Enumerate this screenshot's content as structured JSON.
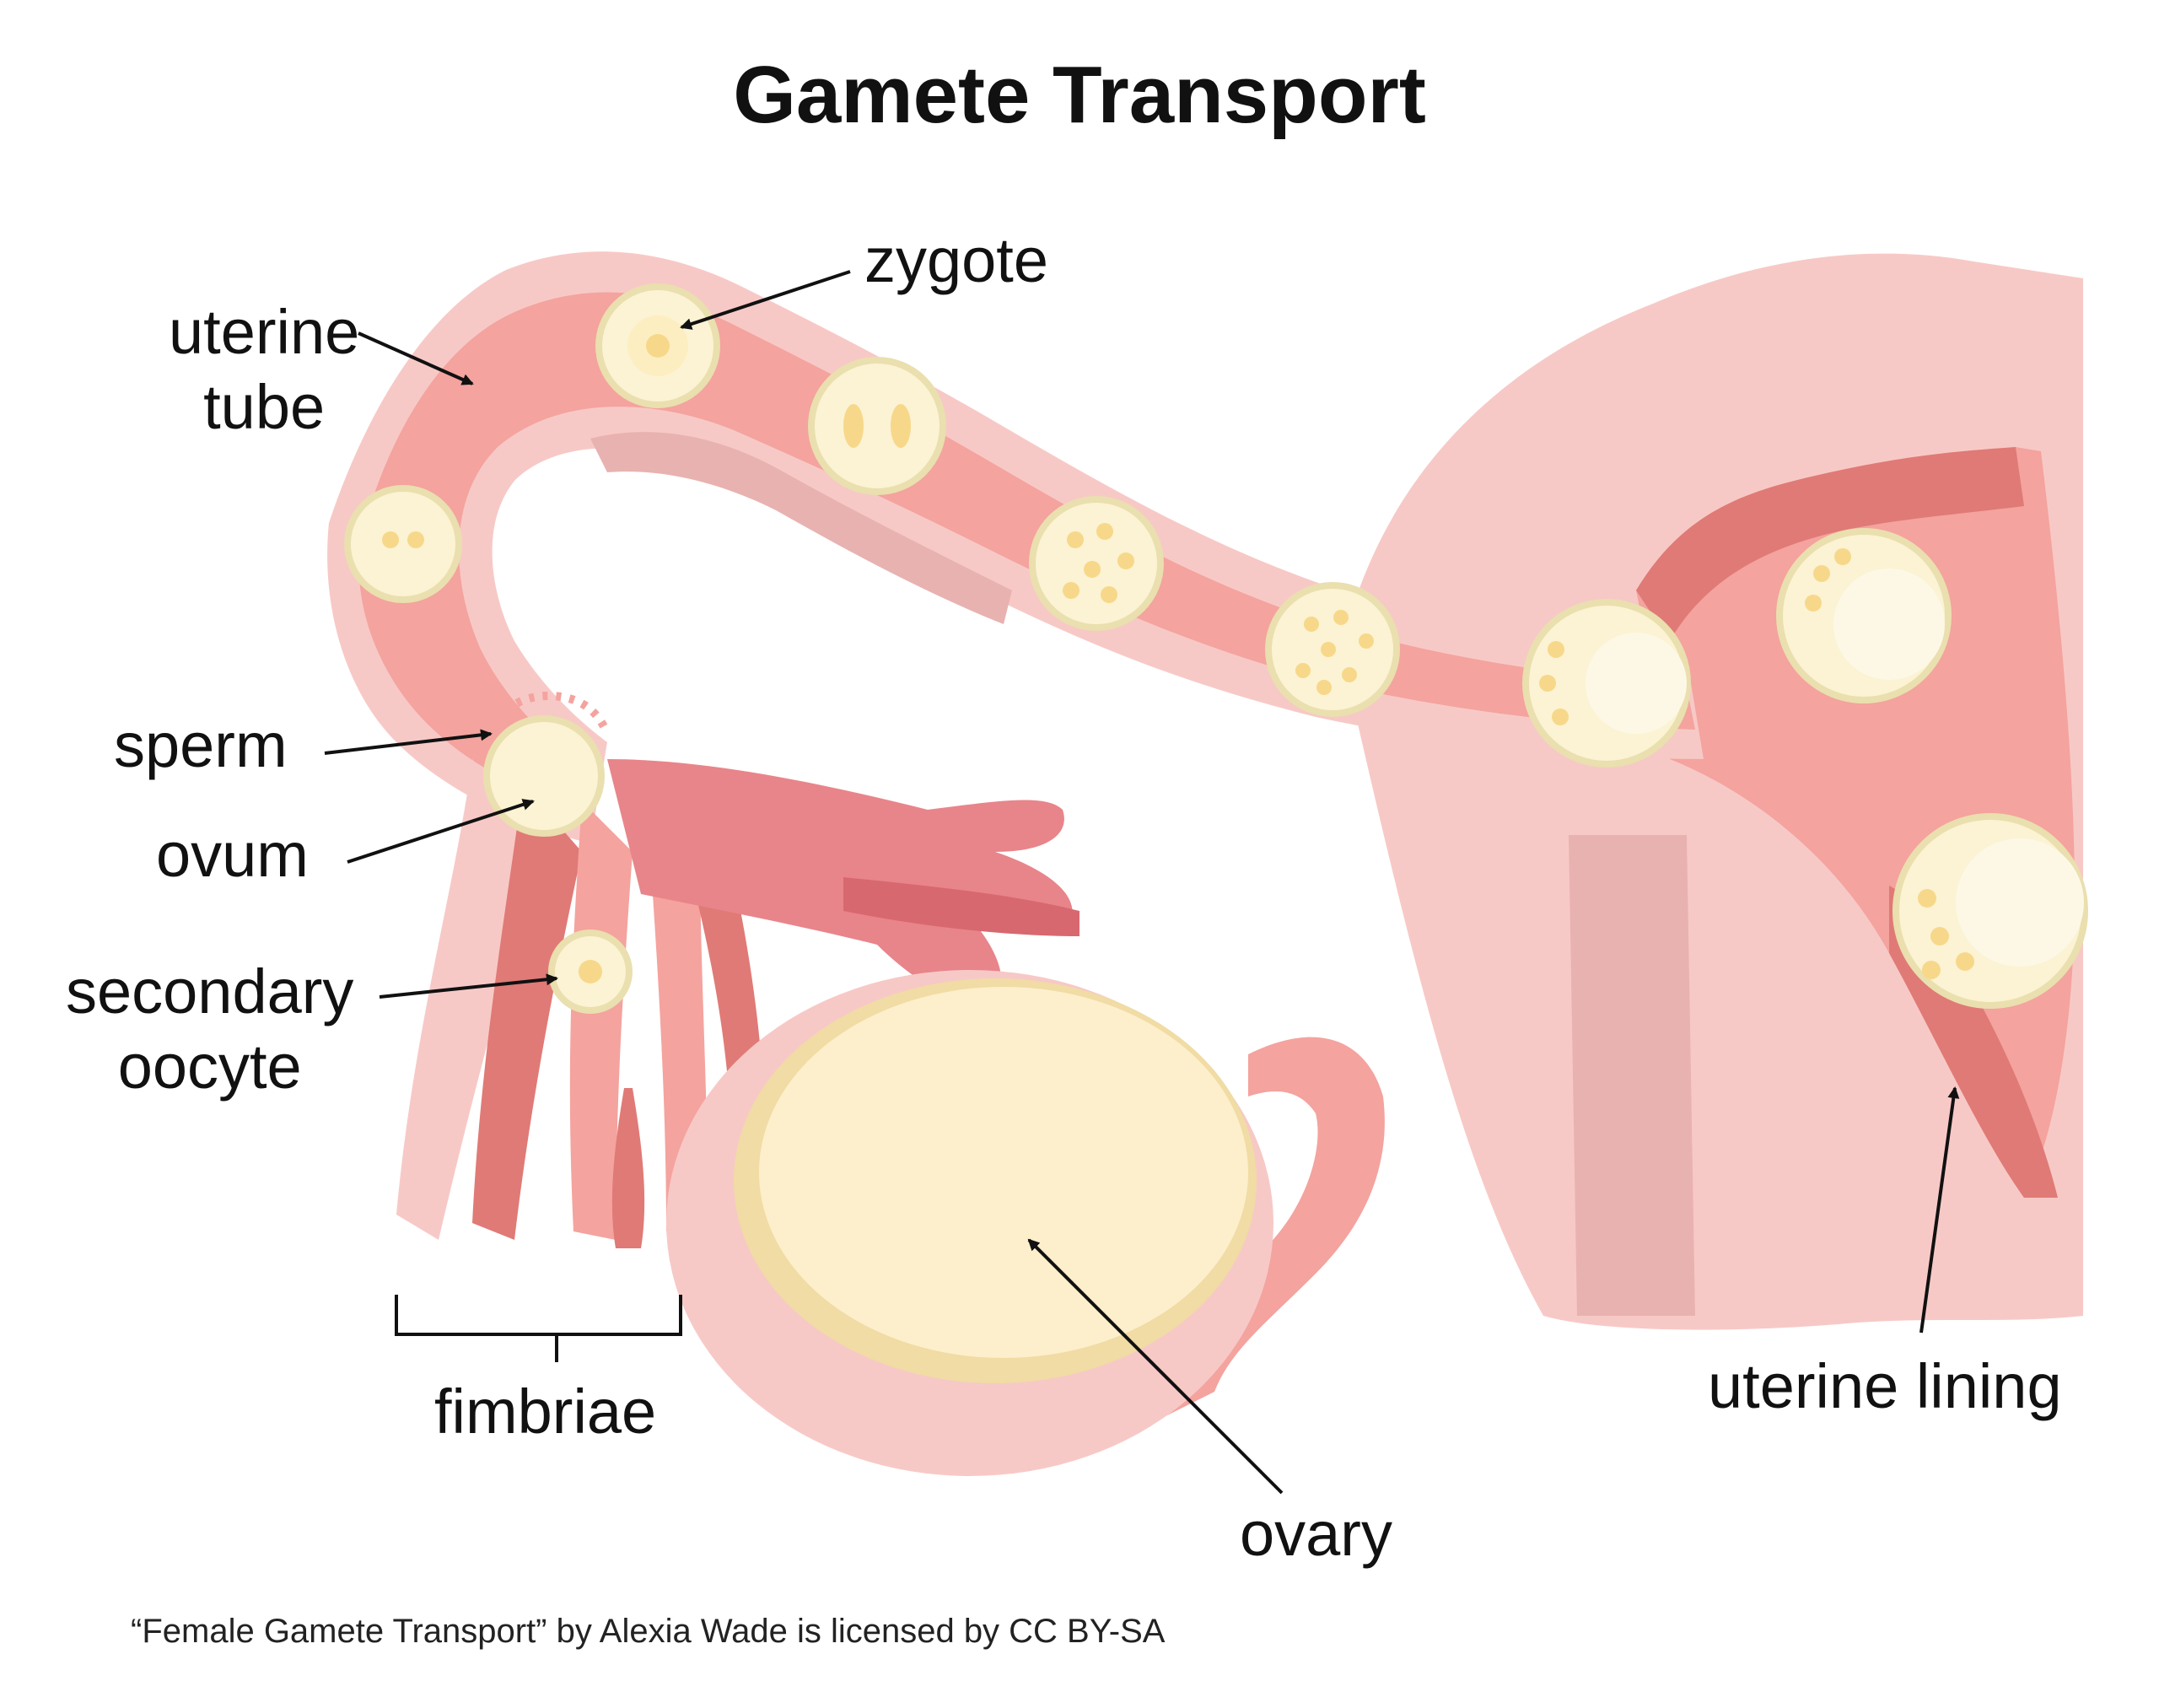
{
  "title": "Gamete Transport",
  "labels": {
    "uterine_tube": [
      "uterine",
      "tube"
    ],
    "zygote": "zygote",
    "sperm": "sperm",
    "ovum": "ovum",
    "secondary_oocyte": [
      "secondary",
      "oocyte"
    ],
    "fimbriae": "fimbriae",
    "ovary": "ovary",
    "uterine_lining": "uterine lining"
  },
  "credit": "“Female Gamete Transport” by Alexia Wade is licensed by CC BY-SA",
  "colors": {
    "tissue_light": "#f7c9c6",
    "tissue_mid": "#f4a39e",
    "tissue_dark": "#e07a76",
    "tissue_shadow": "#e8b2b0",
    "cell_fill": "#fbf3d3",
    "cell_edge": "#eadfae",
    "ovary_fill": "#fdefcc",
    "ovary_rim": "#f0dca4"
  }
}
